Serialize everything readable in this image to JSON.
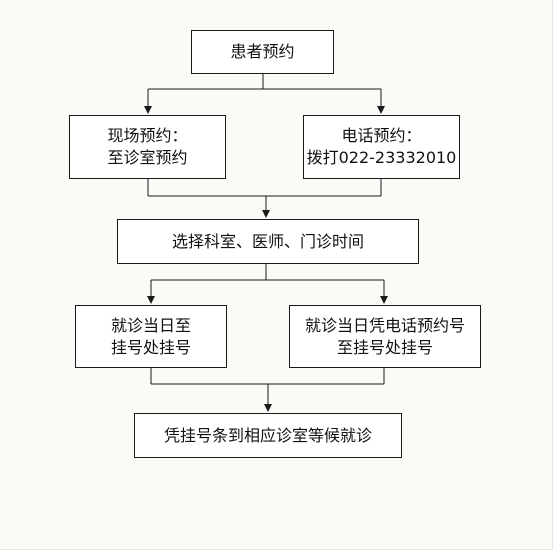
{
  "nodes": {
    "patient_appointment": "患者预约",
    "onsite_line1": "现场预约：",
    "onsite_line2": "至诊室预约",
    "phone_line1": "电话预约：",
    "phone_line2": "拨打022-23332010",
    "select": "选择科室、医师、门诊时间",
    "sameday_onsite_line1": "就诊当日至",
    "sameday_onsite_line2": "挂号处挂号",
    "sameday_phone_line1": "就诊当日凭电话预约号",
    "sameday_phone_line2": "至挂号处挂号",
    "final": "凭挂号条到相应诊室等候就诊"
  },
  "colors": {
    "background": "#fbfaf7",
    "line": "#1a1a1a",
    "box_fill": "#ffffff"
  }
}
